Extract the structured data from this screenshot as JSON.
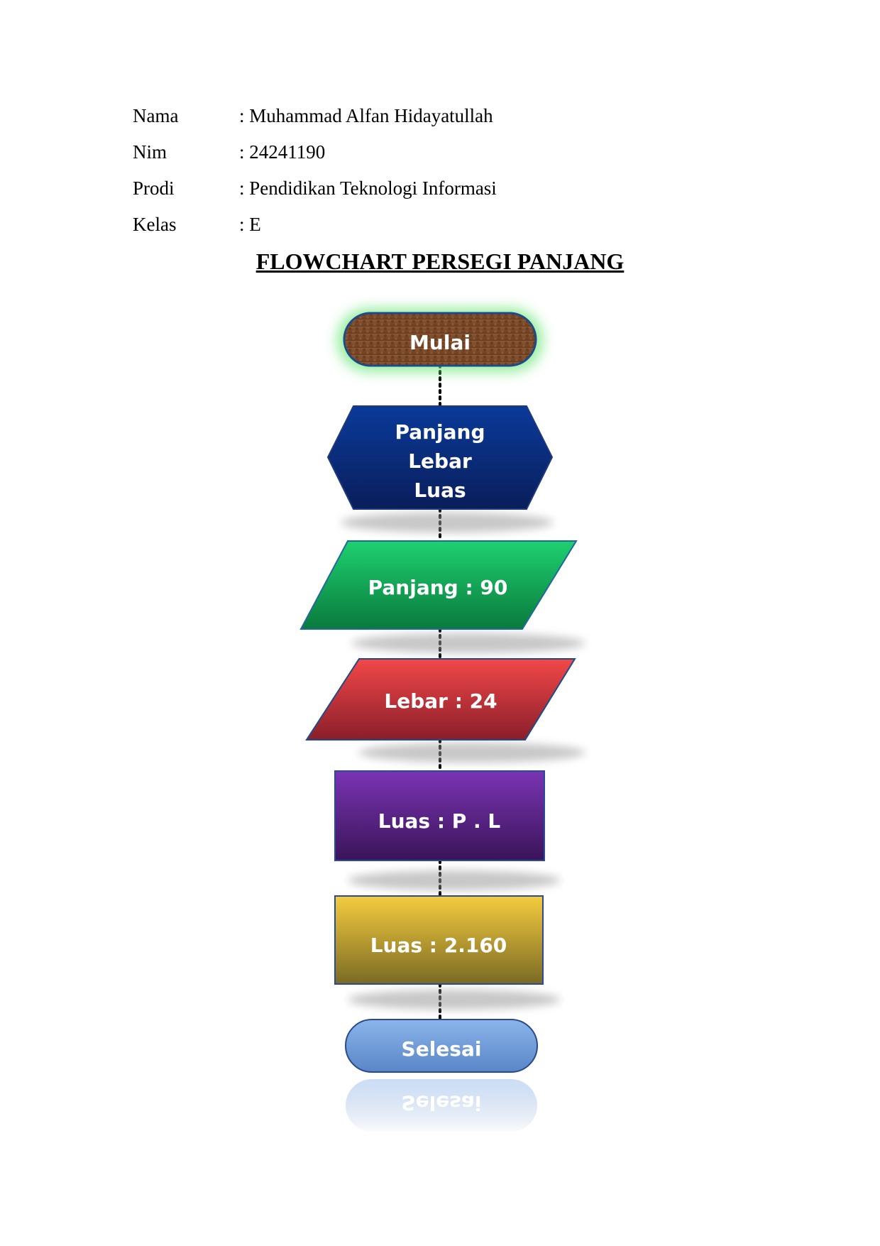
{
  "header": {
    "rows": [
      {
        "label": "Nama",
        "value": ": Muhammad Alfan Hidayatullah"
      },
      {
        "label": "Nim",
        "value": ": 24241190"
      },
      {
        "label": "Prodi",
        "value": ": Pendidikan Teknologi Informasi"
      },
      {
        "label": "Kelas",
        "value": ": E"
      }
    ]
  },
  "title": "FLOWCHART PERSEGI PANJANG",
  "flowchart": {
    "start": {
      "label": "Mulai",
      "shape": "terminator",
      "color": "#7a4a2a"
    },
    "declare": {
      "lines": [
        "Panjang",
        "Lebar",
        "Luas"
      ],
      "shape": "preparation",
      "color": "#0b2a7a"
    },
    "input_panjang": {
      "label": "Panjang : 90",
      "shape": "input-output",
      "color": "#18a85a"
    },
    "input_lebar": {
      "label": "Lebar : 24",
      "shape": "input-output",
      "color": "#d93a3a"
    },
    "process": {
      "label": "Luas : P . L",
      "shape": "process",
      "color": "#6a2a9a"
    },
    "output": {
      "label": "Luas : 2.160",
      "shape": "process",
      "color": "#c9a32a"
    },
    "end": {
      "label": "Selesai",
      "shape": "terminator",
      "color": "#6a9ad8"
    }
  }
}
